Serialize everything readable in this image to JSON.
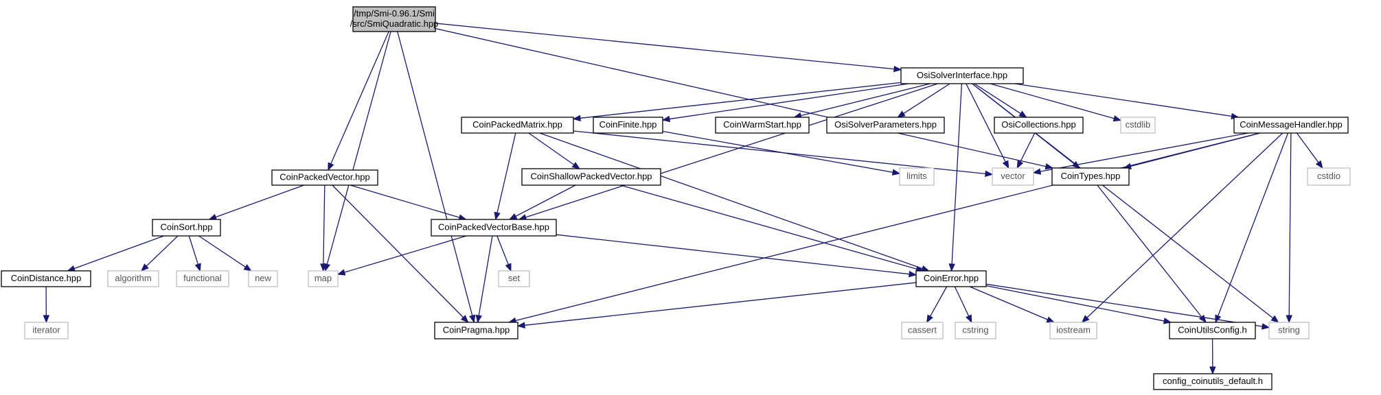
{
  "graph": {
    "nodes": [
      {
        "id": "root",
        "lines": [
          "/tmp/Smi-0.96.1/Smi",
          "/src/SmiQuadratic.hpp"
        ],
        "kind": "root"
      },
      {
        "id": "osi",
        "lines": [
          "OsiSolverInterface.hpp"
        ],
        "kind": "file"
      },
      {
        "id": "cpv",
        "lines": [
          "CoinPackedVector.hpp"
        ],
        "kind": "file"
      },
      {
        "id": "map",
        "lines": [
          "map"
        ],
        "kind": "system"
      },
      {
        "id": "pragma",
        "lines": [
          "CoinPragma.hpp"
        ],
        "kind": "file"
      },
      {
        "id": "cpm",
        "lines": [
          "CoinPackedMatrix.hpp"
        ],
        "kind": "file"
      },
      {
        "id": "finite",
        "lines": [
          "CoinFinite.hpp"
        ],
        "kind": "file"
      },
      {
        "id": "warm",
        "lines": [
          "CoinWarmStart.hpp"
        ],
        "kind": "file"
      },
      {
        "id": "osip",
        "lines": [
          "OsiSolverParameters.hpp"
        ],
        "kind": "file"
      },
      {
        "id": "osic",
        "lines": [
          "OsiCollections.hpp"
        ],
        "kind": "file"
      },
      {
        "id": "cstdlib",
        "lines": [
          "cstdlib"
        ],
        "kind": "system"
      },
      {
        "id": "cmh",
        "lines": [
          "CoinMessageHandler.hpp"
        ],
        "kind": "file"
      },
      {
        "id": "cspv",
        "lines": [
          "CoinShallowPackedVector.hpp"
        ],
        "kind": "file"
      },
      {
        "id": "limits",
        "lines": [
          "limits"
        ],
        "kind": "system"
      },
      {
        "id": "vector",
        "lines": [
          "vector"
        ],
        "kind": "system"
      },
      {
        "id": "types",
        "lines": [
          "CoinTypes.hpp"
        ],
        "kind": "file"
      },
      {
        "id": "cstdio",
        "lines": [
          "cstdio"
        ],
        "kind": "system"
      },
      {
        "id": "sort",
        "lines": [
          "CoinSort.hpp"
        ],
        "kind": "file"
      },
      {
        "id": "cpvb",
        "lines": [
          "CoinPackedVectorBase.hpp"
        ],
        "kind": "file"
      },
      {
        "id": "dist",
        "lines": [
          "CoinDistance.hpp"
        ],
        "kind": "file"
      },
      {
        "id": "algorithm",
        "lines": [
          "algorithm"
        ],
        "kind": "system"
      },
      {
        "id": "functional",
        "lines": [
          "functional"
        ],
        "kind": "system"
      },
      {
        "id": "new",
        "lines": [
          "new"
        ],
        "kind": "system"
      },
      {
        "id": "set",
        "lines": [
          "set"
        ],
        "kind": "system"
      },
      {
        "id": "error",
        "lines": [
          "CoinError.hpp"
        ],
        "kind": "file"
      },
      {
        "id": "iterator",
        "lines": [
          "iterator"
        ],
        "kind": "system"
      },
      {
        "id": "cassert",
        "lines": [
          "cassert"
        ],
        "kind": "system"
      },
      {
        "id": "cstring",
        "lines": [
          "cstring"
        ],
        "kind": "system"
      },
      {
        "id": "iostream",
        "lines": [
          "iostream"
        ],
        "kind": "system"
      },
      {
        "id": "config",
        "lines": [
          "CoinUtilsConfig.h"
        ],
        "kind": "file"
      },
      {
        "id": "string",
        "lines": [
          "string"
        ],
        "kind": "system"
      },
      {
        "id": "cdef",
        "lines": [
          "config_coinutils_default.h"
        ],
        "kind": "file"
      }
    ],
    "edges": [
      [
        "root",
        "osi"
      ],
      [
        "root",
        "cpv"
      ],
      [
        "root",
        "map"
      ],
      [
        "root",
        "pragma"
      ],
      [
        "root",
        "types"
      ],
      [
        "osi",
        "cpm"
      ],
      [
        "osi",
        "finite"
      ],
      [
        "osi",
        "warm"
      ],
      [
        "osi",
        "osip"
      ],
      [
        "osi",
        "osic"
      ],
      [
        "osi",
        "cstdlib"
      ],
      [
        "osi",
        "cmh"
      ],
      [
        "osi",
        "vector"
      ],
      [
        "osi",
        "types"
      ],
      [
        "osi",
        "cpvb"
      ],
      [
        "osi",
        "error"
      ],
      [
        "osi",
        "string"
      ],
      [
        "cpm",
        "cspv"
      ],
      [
        "cpm",
        "cpvb"
      ],
      [
        "cpm",
        "error"
      ],
      [
        "cpm",
        "vector"
      ],
      [
        "finite",
        "limits"
      ],
      [
        "osic",
        "vector"
      ],
      [
        "cmh",
        "vector"
      ],
      [
        "cmh",
        "types"
      ],
      [
        "cmh",
        "cstdio"
      ],
      [
        "cmh",
        "pragma"
      ],
      [
        "cmh",
        "iostream"
      ],
      [
        "cmh",
        "config"
      ],
      [
        "cmh",
        "string"
      ],
      [
        "cspv",
        "cpvb"
      ],
      [
        "cspv",
        "error"
      ],
      [
        "types",
        "config"
      ],
      [
        "cpv",
        "sort"
      ],
      [
        "cpv",
        "cpvb"
      ],
      [
        "cpv",
        "map"
      ],
      [
        "cpv",
        "pragma"
      ],
      [
        "sort",
        "dist"
      ],
      [
        "sort",
        "algorithm"
      ],
      [
        "sort",
        "functional"
      ],
      [
        "sort",
        "new"
      ],
      [
        "dist",
        "iterator"
      ],
      [
        "cpvb",
        "map"
      ],
      [
        "cpvb",
        "set"
      ],
      [
        "cpvb",
        "pragma"
      ],
      [
        "cpvb",
        "error"
      ],
      [
        "error",
        "pragma"
      ],
      [
        "error",
        "cassert"
      ],
      [
        "error",
        "cstring"
      ],
      [
        "error",
        "iostream"
      ],
      [
        "error",
        "config"
      ],
      [
        "error",
        "string"
      ],
      [
        "config",
        "cdef"
      ]
    ]
  }
}
